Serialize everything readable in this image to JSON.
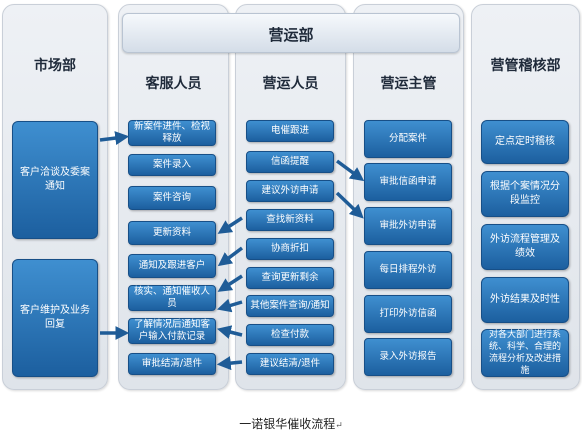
{
  "columns": {
    "market": "市场部",
    "service": "客服人员",
    "ops_staff": "营运人员",
    "ops_lead": "营运主管",
    "audit": "营管稽核部"
  },
  "banner": "营运部",
  "market_boxes": [
    "客户洽谈及委案通知",
    "客户维护及业务回复"
  ],
  "service_boxes": [
    "新案件进件、检视释放",
    "案件录入",
    "案件咨询",
    "更新资料",
    "通知及跟进客户",
    "核实、通知催收人员",
    "了解情况后通知客户输入付款记录",
    "审批结清/退件"
  ],
  "ops_staff_boxes": [
    "电催跟进",
    "信函提醒",
    "建议外访申请",
    "查找新资料",
    "协商折扣",
    "查询更新剩余",
    "其他案件查询/通知",
    "检查付款",
    "建议结清/退件"
  ],
  "ops_lead_boxes": [
    "分配案件",
    "审批信函申请",
    "审批外访申请",
    "每日排程外访",
    "打印外访信函",
    "录入外访报告"
  ],
  "audit_boxes": [
    "定点定时稽核",
    "根据个案情况分段监控",
    "外访流程管理及绩效",
    "外访结果及时性",
    "对各大部门进行系统、科学、合理的流程分析及改进措施"
  ],
  "caption": "一诺银华催收流程",
  "caption_mark": "↵",
  "colors": {
    "box": "#2a72b5",
    "arrow": "#1f5c97",
    "column": "#e6eaef"
  }
}
